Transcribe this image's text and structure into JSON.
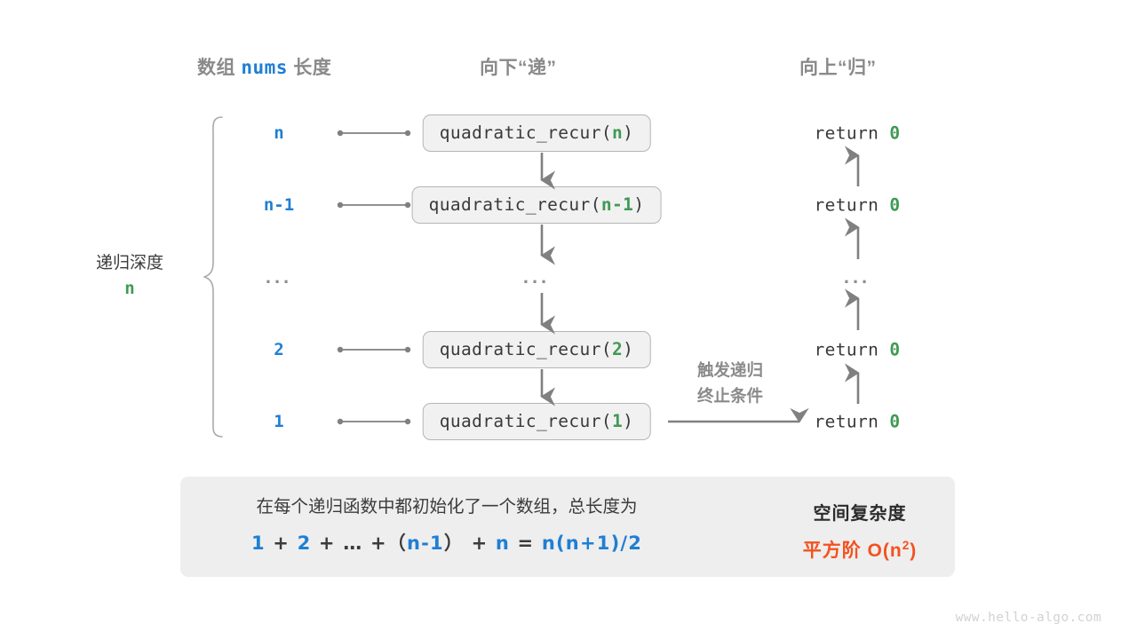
{
  "headers": {
    "left": {
      "pre": "数组 ",
      "code": "nums",
      "post": " 长度"
    },
    "middle": "向下“递”",
    "right": "向上“归”"
  },
  "depth": {
    "label": "递归深度",
    "value": "n"
  },
  "levels": [
    {
      "index": "n",
      "call_prefix": "quadratic_recur(",
      "call_arg": "n",
      "call_suffix": ")",
      "ret_text": "return ",
      "ret_value": "0"
    },
    {
      "index": "n-1",
      "call_prefix": "quadratic_recur(",
      "call_arg": "n-1",
      "call_suffix": ")",
      "ret_text": "return ",
      "ret_value": "0"
    },
    {
      "index": "...",
      "call_prefix": "...",
      "call_arg": "",
      "call_suffix": "",
      "ret_text": "...",
      "ret_value": ""
    },
    {
      "index": "2",
      "call_prefix": "quadratic_recur(",
      "call_arg": "2",
      "call_suffix": ")",
      "ret_text": "return ",
      "ret_value": "0"
    },
    {
      "index": "1",
      "call_prefix": "quadratic_recur(",
      "call_arg": "1",
      "call_suffix": ")",
      "ret_text": "return ",
      "ret_value": "0"
    }
  ],
  "trigger_note": {
    "line1": "触发递归",
    "line2": "终止条件"
  },
  "summary": {
    "text": "在每个递归函数中都初始化了一个数组，总长度为",
    "formula": {
      "t1": "1",
      "o1": "+",
      "t2": "2",
      "o2": "+",
      "t3": "…",
      "o3": "+",
      "p1": "（",
      "t4": "n-1",
      "p2": "）",
      "o4": "+",
      "t5": "n",
      "eq": "=",
      "t6": "n(n+1)/2"
    },
    "title": "空间复杂度",
    "value_prefix": "平方阶 ",
    "value_expr": "O(n",
    "value_sup": "2",
    "value_suffix": ")"
  },
  "watermark": "www.hello-algo.com",
  "colors": {
    "blue": "#1f7fd4",
    "green": "#3f9a54",
    "orange": "#f4511e",
    "gray_header": "#8a8a8a",
    "line": "#808080",
    "box_fill": "#f1f1f1",
    "box_border": "#b5b5b5",
    "panel_fill": "#eeeeee"
  }
}
